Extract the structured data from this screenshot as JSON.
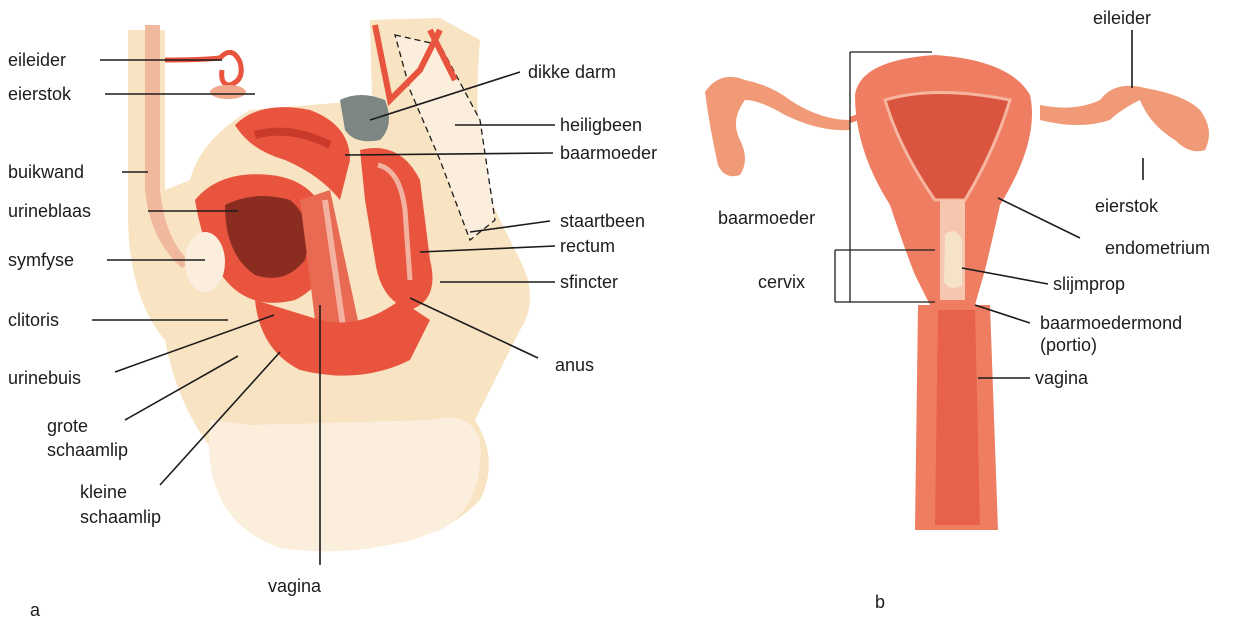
{
  "figure_a": {
    "panel_label": "a",
    "labels": {
      "eileider": "eileider",
      "eierstok": "eierstok",
      "buikwand": "buikwand",
      "urineblaas": "urineblaas",
      "symfyse": "symfyse",
      "clitoris": "clitoris",
      "urinebuis": "urinebuis",
      "grote_schaamlip_1": "grote",
      "grote_schaamlip_2": "schaamlip",
      "kleine_schaamlip_1": "kleine",
      "kleine_schaamlip_2": "schaamlip",
      "vagina": "vagina",
      "dikke_darm": "dikke darm",
      "heiligbeen": "heiligbeen",
      "baarmoeder": "baarmoeder",
      "staartbeen": "staartbeen",
      "rectum": "rectum",
      "sfincter": "sfincter",
      "anus": "anus"
    }
  },
  "figure_b": {
    "panel_label": "b",
    "labels": {
      "eileider": "eileider",
      "eierstok": "eierstok",
      "baarmoeder": "baarmoeder",
      "endometrium": "endometrium",
      "cervix": "cervix",
      "slijmprop": "slijmprop",
      "baarmoedermond_1": "baarmoedermond",
      "baarmoedermond_2": "(portio)",
      "vagina": "vagina"
    }
  },
  "colors": {
    "tissue_light": "#f8e3c2",
    "tissue_pale": "#fbeedd",
    "organ_red": "#e8543e",
    "organ_dark": "#c93a2a",
    "organ_brown": "#8a2c20",
    "uterus_b": "#ef7d62",
    "uterus_b_dark": "#d9553f",
    "bone_gray": "#7c8683",
    "line": "#1c1c1c"
  }
}
